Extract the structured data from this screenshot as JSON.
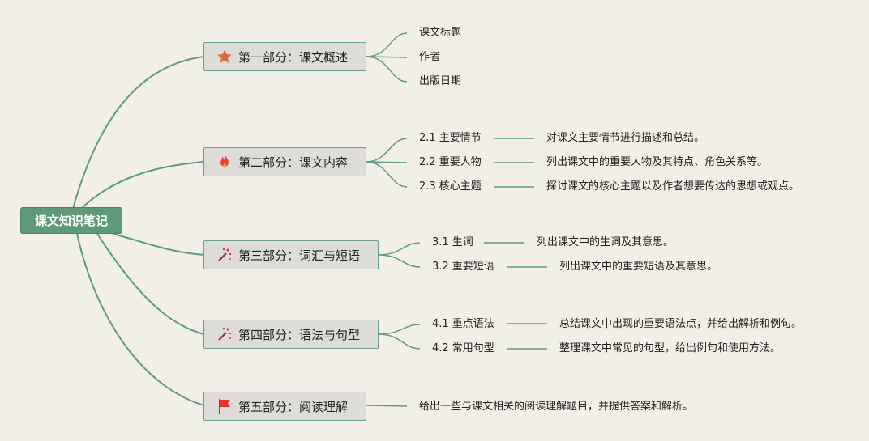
{
  "root": {
    "label": "课文知识笔记"
  },
  "branches": [
    {
      "label": "第一部分：课文概述",
      "icon": "star-icon",
      "children": [
        {
          "label": "课文标题"
        },
        {
          "label": "作者"
        },
        {
          "label": "出版日期"
        }
      ]
    },
    {
      "label": "第二部分：课文内容",
      "icon": "fire-icon",
      "children": [
        {
          "label": "2.1 主要情节",
          "desc": "对课文主要情节进行描述和总结。"
        },
        {
          "label": "2.2 重要人物",
          "desc": "列出课文中的重要人物及其特点、角色关系等。"
        },
        {
          "label": "2.3 核心主题",
          "desc": "探讨课文的核心主题以及作者想要传达的思想或观点。"
        }
      ]
    },
    {
      "label": "第三部分：词汇与短语",
      "icon": "magic-wand-icon",
      "children": [
        {
          "label": "3.1 生词",
          "desc": "列出课文中的生词及其意思。"
        },
        {
          "label": "3.2 重要短语",
          "desc": "列出课文中的重要短语及其意思。"
        }
      ]
    },
    {
      "label": "第四部分：语法与句型",
      "icon": "magic-wand-icon",
      "children": [
        {
          "label": "4.1 重点语法",
          "desc": "总结课文中出现的重要语法点，并给出解析和例句。"
        },
        {
          "label": "4.2 常用句型",
          "desc": "整理课文中常见的句型，给出例句和使用方法。"
        }
      ]
    },
    {
      "label": "第五部分：阅读理解",
      "icon": "flag-icon",
      "children": [
        {
          "label": "给出一些与课文相关的阅读理解题目，并提供答案和解析。"
        }
      ]
    }
  ],
  "colors": {
    "background": "#f2efe6",
    "root": "#5e9a78",
    "line": "#5e9a86",
    "branch_fill": "#dddcd8",
    "branch_border": "#6a9e8a"
  }
}
